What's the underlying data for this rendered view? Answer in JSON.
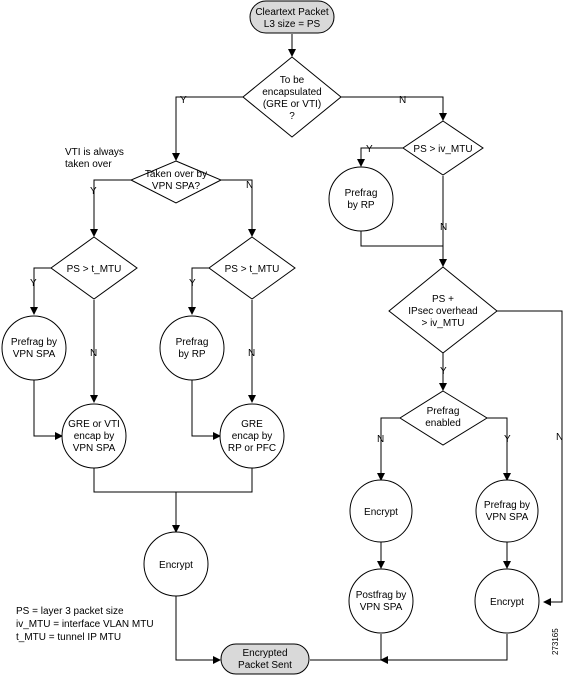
{
  "nodes": {
    "start": [
      "Cleartext Packet",
      "L3 size = PS"
    ],
    "d_encap": [
      "To be",
      "encapsulated",
      "(GRE or VTI)",
      "?"
    ],
    "d_takenover": [
      "Taken over by",
      "VPN SPA?"
    ],
    "d_ivmtu": [
      "PS > iv_MTU"
    ],
    "d_tmtu_left": [
      "PS > t_MTU"
    ],
    "d_tmtu_right": [
      "PS > t_MTU"
    ],
    "prefrag_rp_top": [
      "Prefrag",
      "by RP"
    ],
    "d_overhead": [
      "PS +",
      "IPsec overhead",
      "> iv_MTU"
    ],
    "prefrag_vpnspa_left": [
      "Prefrag by",
      "VPN SPA"
    ],
    "prefrag_rp_mid": [
      "Prefrag",
      "by RP"
    ],
    "d_prefrag_enabled": [
      "Prefrag",
      "enabled"
    ],
    "gre_vti_encap": [
      "GRE or VTI",
      "encap by",
      "VPN SPA"
    ],
    "gre_encap": [
      "GRE",
      "encap by",
      "RP or PFC"
    ],
    "encrypt_right_mid": [
      "Encrypt"
    ],
    "prefrag_vpnspa_right": [
      "Prefrag by",
      "VPN SPA"
    ],
    "encrypt_center": [
      "Encrypt"
    ],
    "postfrag": [
      "Postfrag by",
      "VPN SPA"
    ],
    "encrypt_right_bottom": [
      "Encrypt"
    ],
    "end": [
      "Encrypted",
      "Packet Sent"
    ]
  },
  "edge_labels": {
    "encap_yes": "Y",
    "encap_no": "N",
    "takenover_yes": "Y",
    "takenover_no": "N",
    "ivmtu_yes": "Y",
    "ivmtu_no": "N",
    "tmtu_left_yes": "Y",
    "tmtu_left_no": "N",
    "tmtu_right_yes": "Y",
    "tmtu_right_no": "N",
    "overhead_yes": "Y",
    "overhead_no": "N",
    "prefrag_enabled_no": "N",
    "prefrag_enabled_yes": "Y"
  },
  "annotations": {
    "vti_note": [
      "VTI is always",
      "taken over"
    ],
    "legend": [
      "PS = layer 3 packet size",
      "iv_MTU = interface VLAN MTU",
      "t_MTU = tunnel IP MTU"
    ],
    "figure_id": "273165"
  }
}
